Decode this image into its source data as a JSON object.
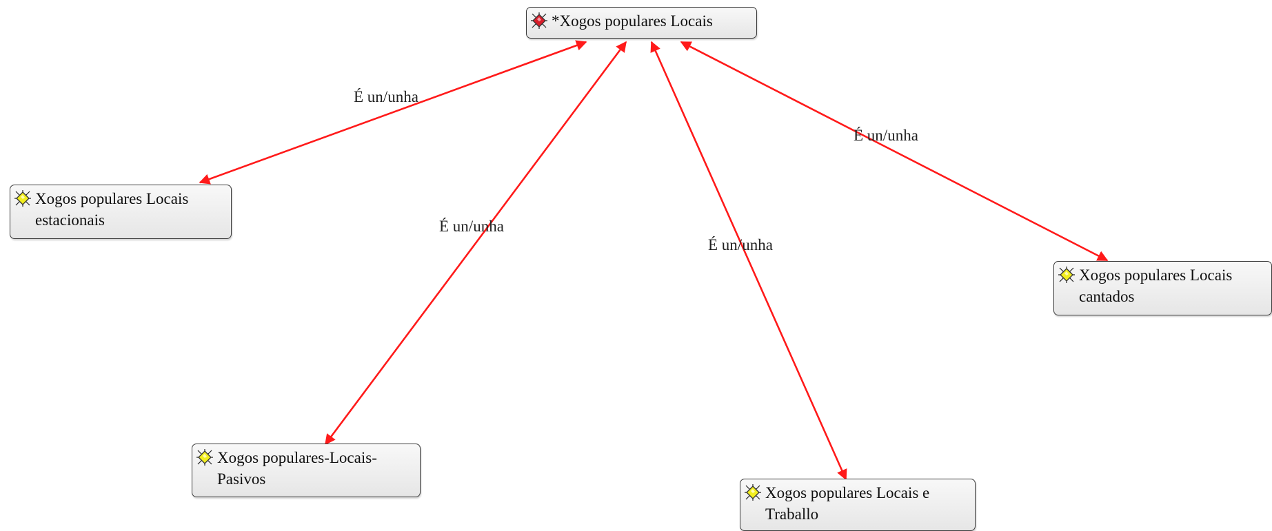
{
  "colors": {
    "edge": "#ff1a1a",
    "root_icon": "#d81e2a",
    "child_icon": "#f2ee1f"
  },
  "root": {
    "label": "*Xogos populares Locais",
    "icon": "concept-icon-red"
  },
  "nodes": [
    {
      "id": "estacionais",
      "lines": [
        "Xogos populares Locais",
        "estacionais"
      ],
      "icon": "concept-icon-yellow"
    },
    {
      "id": "pasivos",
      "lines": [
        "Xogos populares-Locais-",
        "Pasivos"
      ],
      "icon": "concept-icon-yellow"
    },
    {
      "id": "traballo",
      "lines": [
        "Xogos populares Locais e",
        "Traballo"
      ],
      "icon": "concept-icon-yellow"
    },
    {
      "id": "cantados",
      "lines": [
        "Xogos populares Locais",
        "cantados"
      ],
      "icon": "concept-icon-yellow"
    }
  ],
  "links": [
    {
      "label": "É un/unha"
    },
    {
      "label": "É un/unha"
    },
    {
      "label": "É un/unha"
    },
    {
      "label": "É un/unha"
    }
  ]
}
